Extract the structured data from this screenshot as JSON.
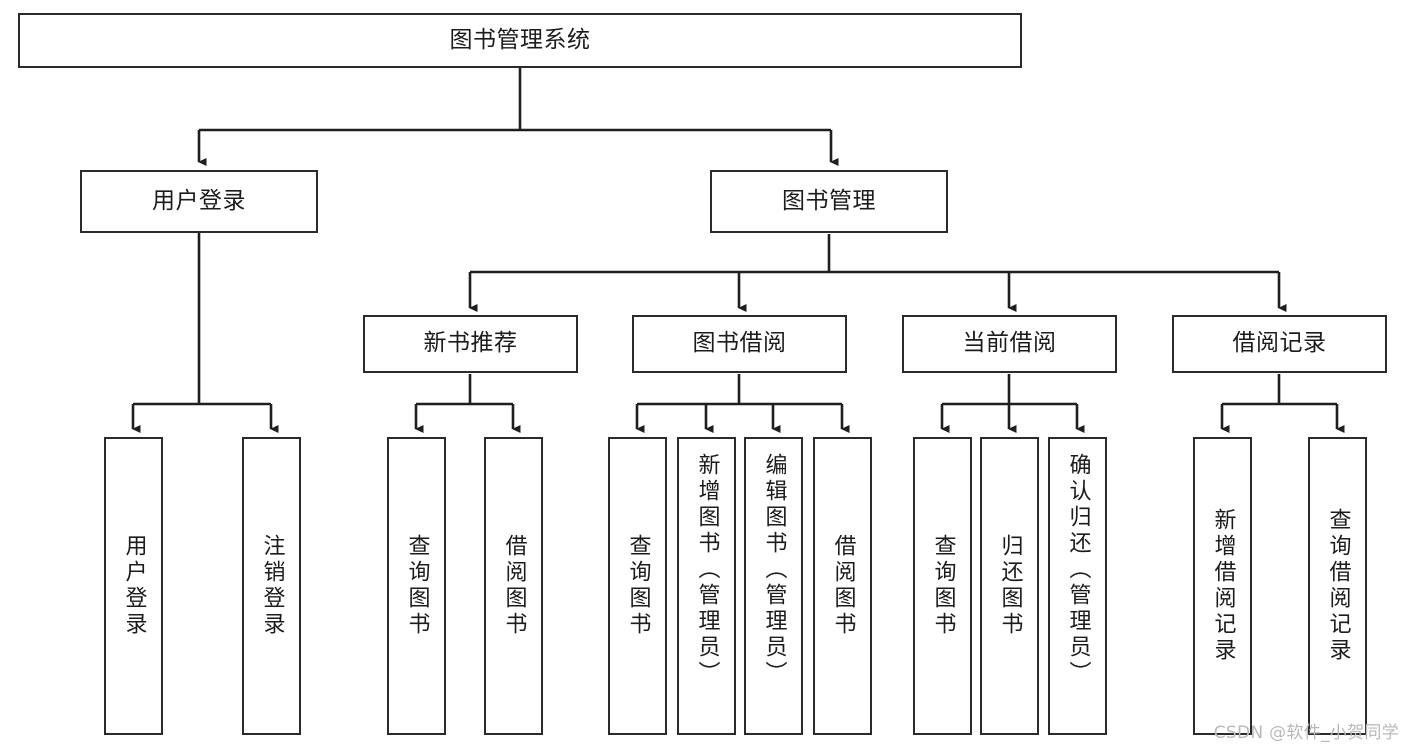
{
  "diagram": {
    "type": "tree",
    "title": "图书管理系统",
    "watermark": "CSDN @软件_小贺同学",
    "colors": {
      "box_border": "#2b2b2b",
      "box_fill": "#ffffff",
      "edge": "#1f1f1f",
      "text": "#1c1c1c",
      "watermark": "#b9b9b9",
      "background": "#ffffff"
    },
    "root": {
      "label": "图书管理系统"
    },
    "level2": [
      {
        "label": "用户登录"
      },
      {
        "label": "图书管理"
      }
    ],
    "level3": [
      {
        "label": "新书推荐"
      },
      {
        "label": "图书借阅"
      },
      {
        "label": "当前借阅"
      },
      {
        "label": "借阅记录"
      }
    ],
    "leaves": {
      "user_login": [
        {
          "label": "用户登录"
        },
        {
          "label": "注销登录"
        }
      ],
      "new_book_recommend": [
        {
          "label": "查询图书"
        },
        {
          "label": "借阅图书"
        }
      ],
      "book_borrow": [
        {
          "label": "查询图书"
        },
        {
          "label": "新增图书（管理员）"
        },
        {
          "label": "编辑图书（管理员）"
        },
        {
          "label": "借阅图书"
        }
      ],
      "current_borrow": [
        {
          "label": "查询图书"
        },
        {
          "label": "归还图书"
        },
        {
          "label": "确认归还（管理员）"
        }
      ],
      "borrow_record": [
        {
          "label": "新增借阅记录"
        },
        {
          "label": "查询借阅记录"
        }
      ]
    }
  }
}
